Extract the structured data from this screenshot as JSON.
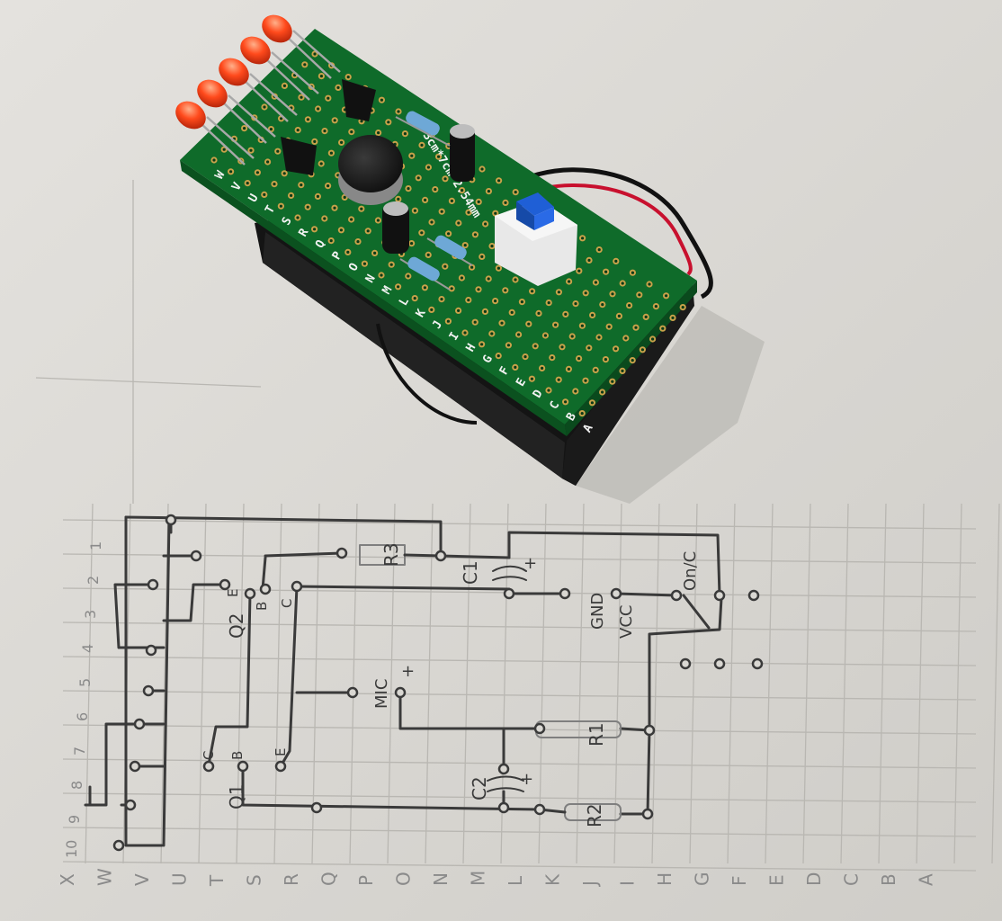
{
  "photo": {
    "subject": "perfboard-with-schematic",
    "colors": {
      "paper": "#d9d7d2",
      "grid": "#b9b7b2",
      "pencil": "#3a3a3a",
      "pcb": "#0f6b2a",
      "battery_box": "#141414",
      "led": "#ff4a1c",
      "switch_cap": "#1f5fd6",
      "wire_red": "#c8102e"
    }
  },
  "pcb": {
    "row_letters": [
      "A",
      "B",
      "C",
      "D",
      "E",
      "F",
      "G",
      "H",
      "I",
      "J",
      "K",
      "L",
      "M",
      "N",
      "O",
      "P",
      "Q",
      "R",
      "S",
      "T",
      "U",
      "V",
      "W"
    ],
    "silk_text": "3cm*7cm 2.54mm"
  },
  "schematic": {
    "labels": {
      "r1": "R1",
      "r2": "R2",
      "r3": "R3",
      "c1": "C1",
      "c2": "C2",
      "q1": "Q1",
      "q2": "Q2",
      "mic": "MIC",
      "gnd": "GND",
      "vcc": "VCC",
      "onoff": "On/C",
      "plus_c1": "+",
      "plus_c2": "+",
      "plus_mic": "+"
    },
    "pin_labels": {
      "q1_e": "E",
      "q1_b": "B",
      "q1_c": "C",
      "q2_e": "E",
      "q2_b": "B",
      "q2_c": "C"
    },
    "led_numbers": [
      "1",
      "2",
      "3",
      "4",
      "5",
      "6",
      "7",
      "8",
      "9",
      "10"
    ],
    "column_letters": [
      "X",
      "W",
      "V",
      "U",
      "T",
      "S",
      "R",
      "Q",
      "P",
      "O",
      "N",
      "M",
      "L",
      "K",
      "J",
      "I",
      "H",
      "G",
      "F",
      "E",
      "D",
      "C",
      "B",
      "A"
    ]
  }
}
